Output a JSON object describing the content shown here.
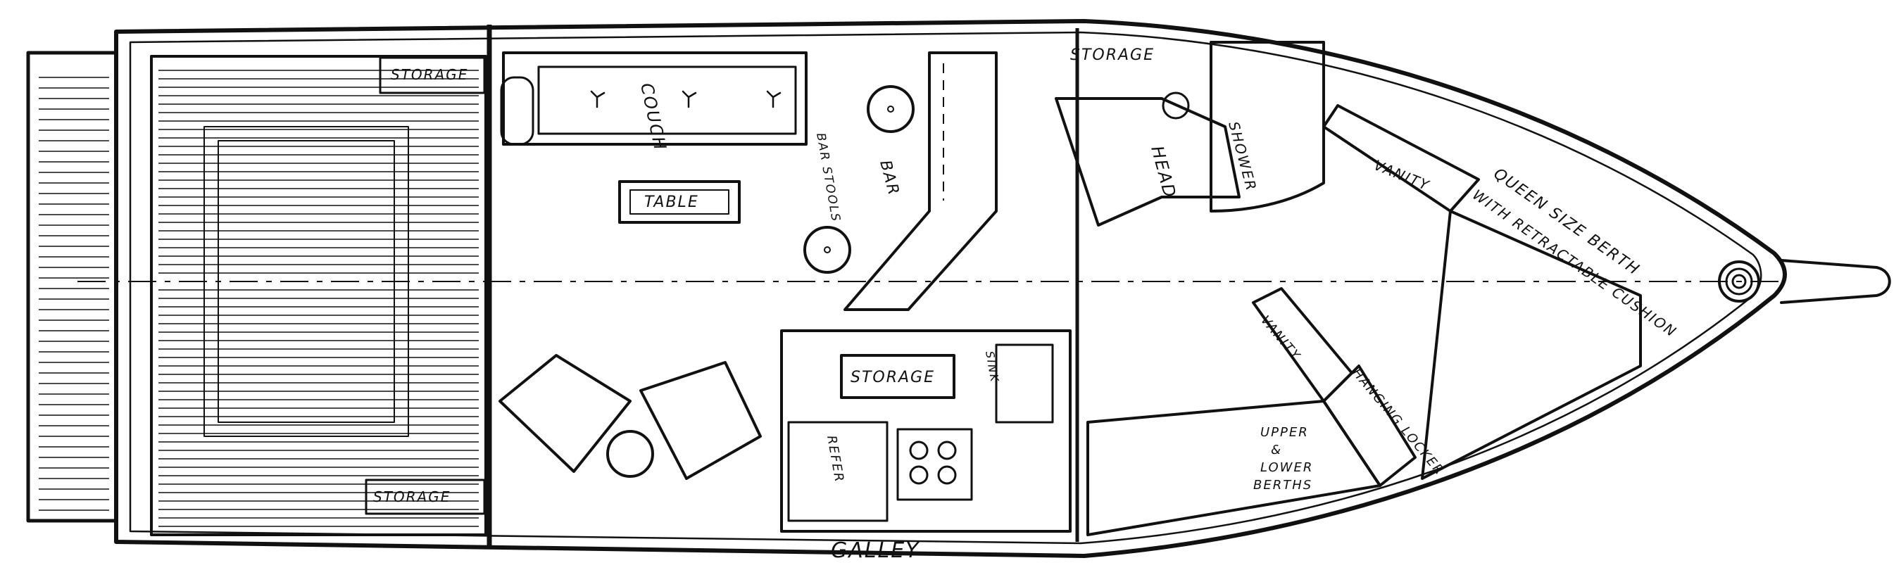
{
  "diagram": {
    "labels": {
      "storage_top_aft": "STORAGE",
      "storage_top_fwd": "STORAGE",
      "couch": "COUCH",
      "bar_stools": "BAR STOOLS",
      "bar": "BAR",
      "table": "TABLE",
      "head": "HEAD",
      "shower": "SHOWER",
      "vanity_fwd": "VANITY",
      "queen_berth_line1": "QUEEN SIZE BERTH",
      "queen_berth_line2": "WITH RETRACTABLE CUSHION",
      "storage_galley": "STORAGE",
      "sink": "SINK",
      "vanity_aft": "VANITY",
      "hanging_locker": "HANGING LOCKER",
      "berths_line1": "UPPER",
      "berths_line2": "&",
      "berths_line3": "LOWER",
      "berths_line4": "BERTHS",
      "storage_bottom": "STORAGE",
      "refer": "REFER",
      "galley": "GALLEY"
    },
    "colors": {
      "ink": "#111111",
      "paper": "#ffffff"
    }
  }
}
